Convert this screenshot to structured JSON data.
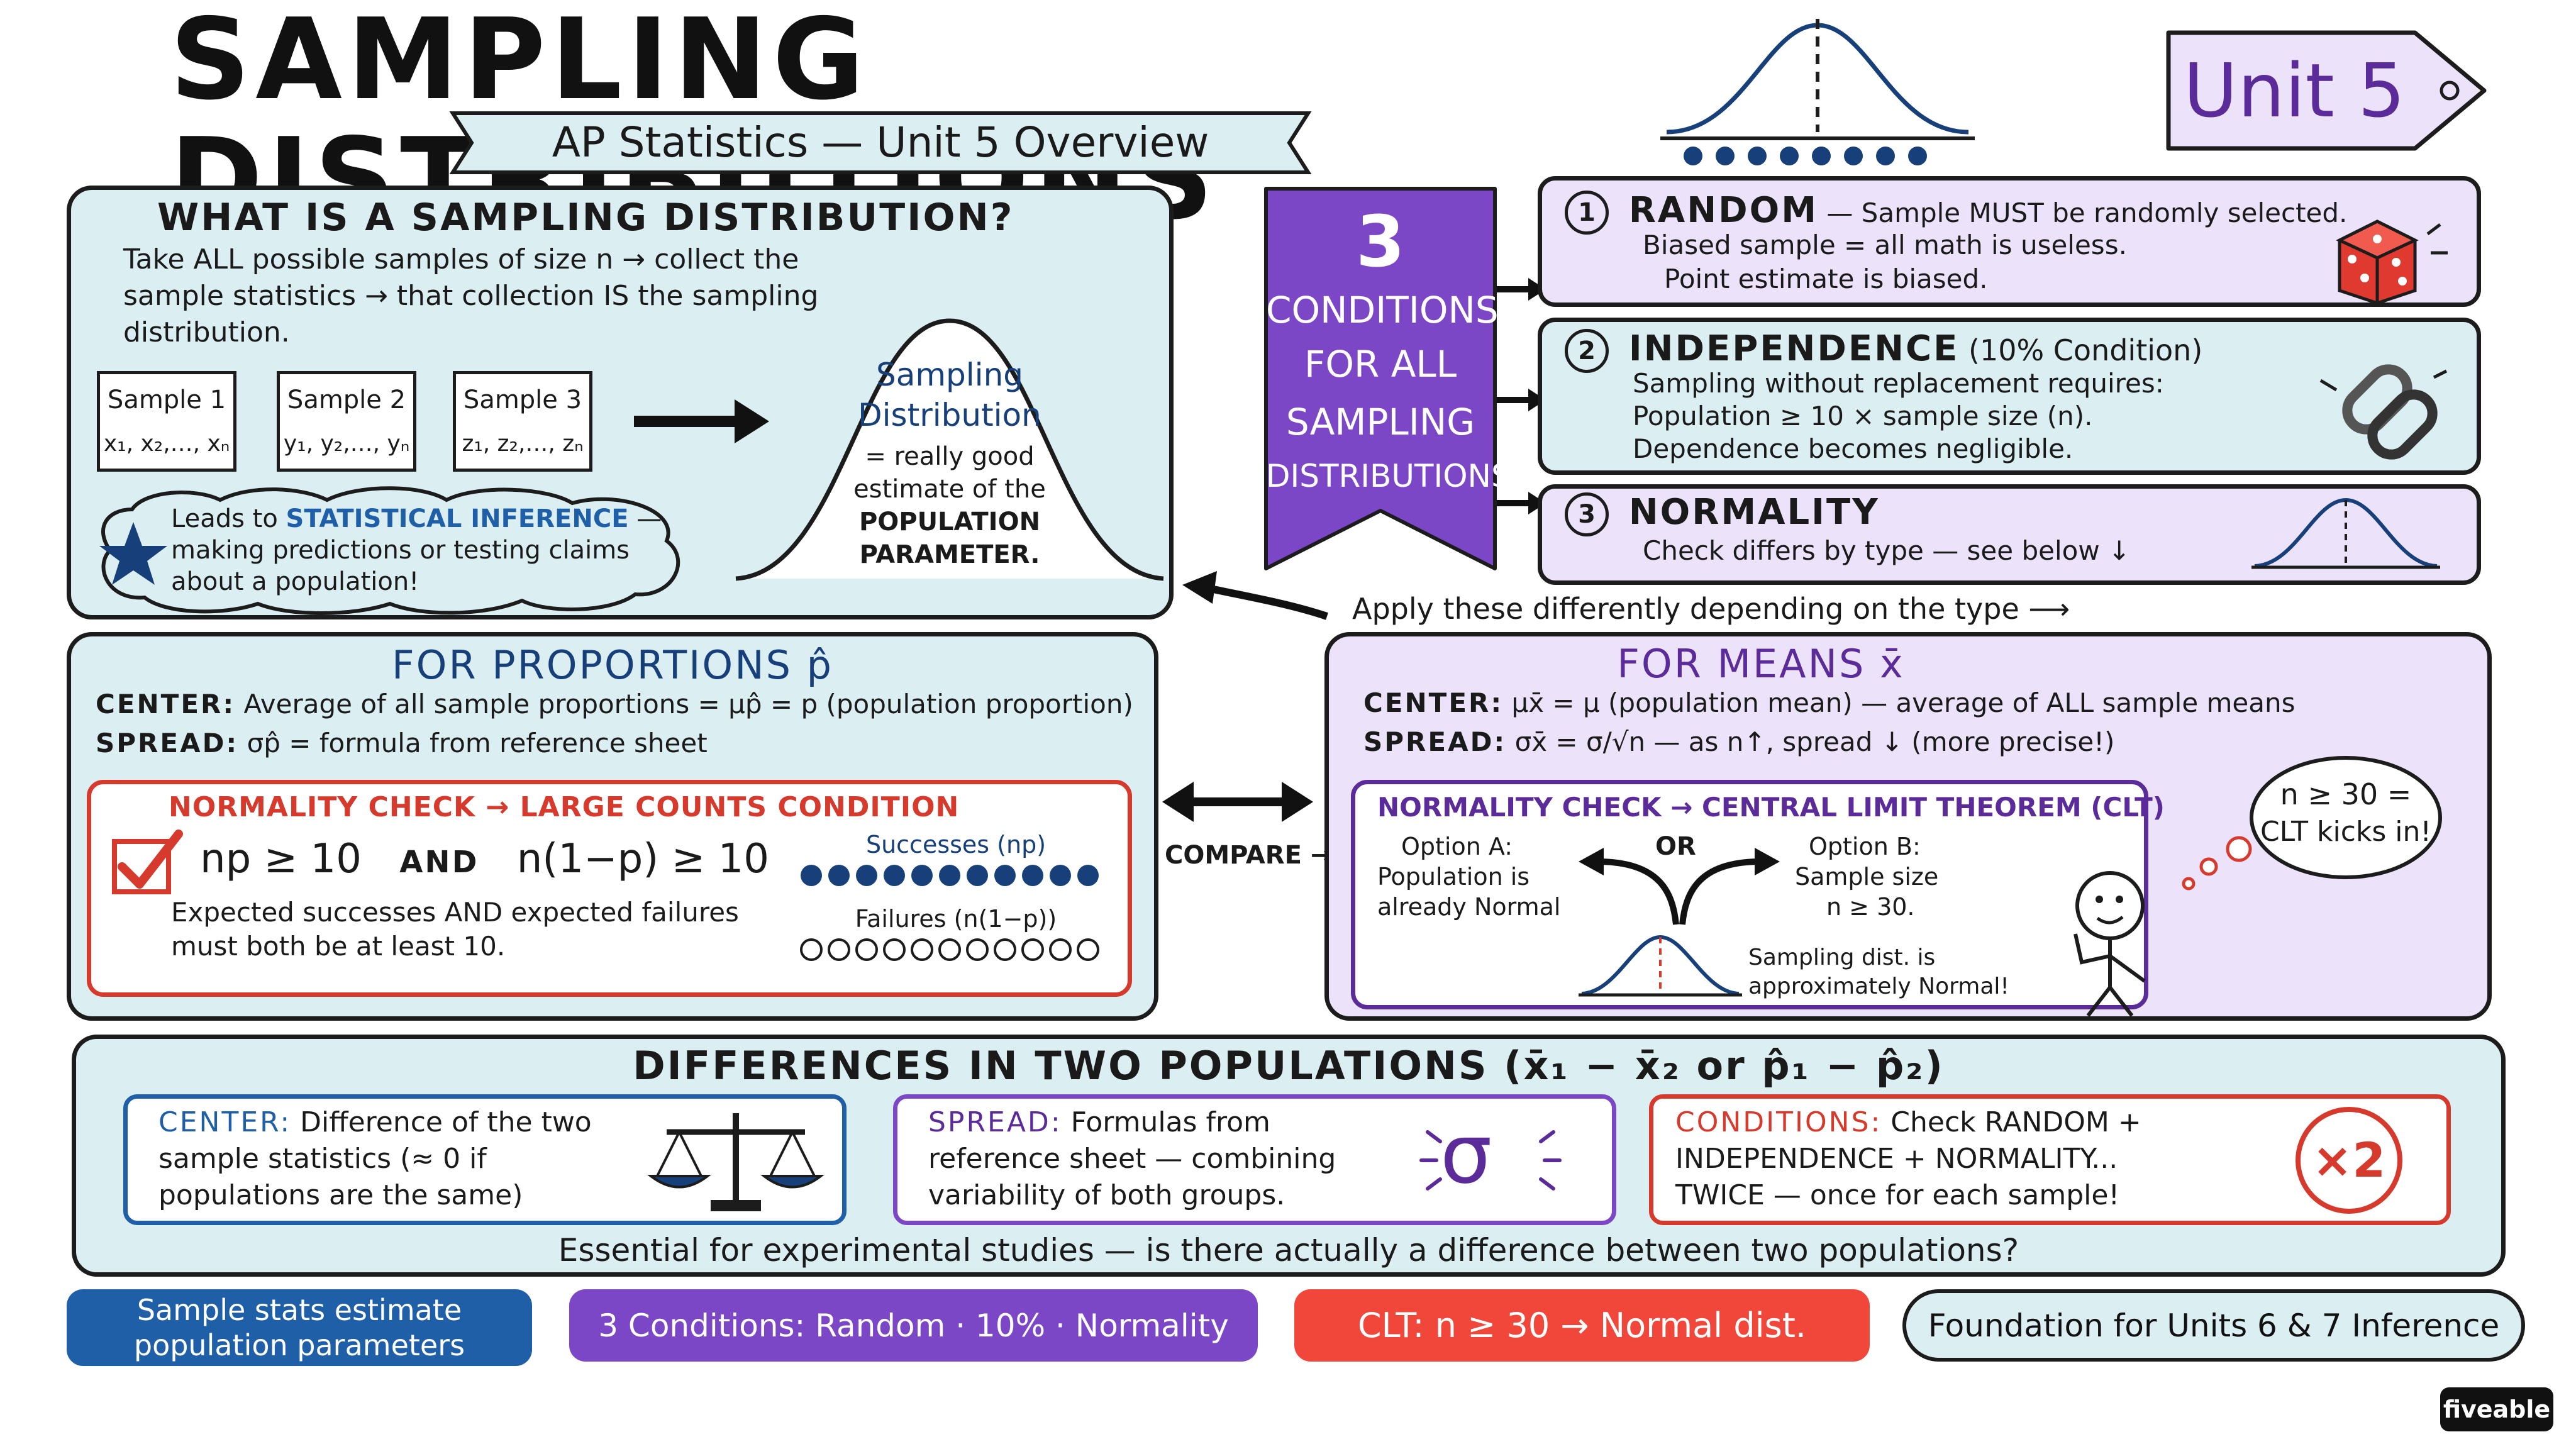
{
  "title": "SAMPLING DISTRIBUTIONS",
  "subtitle": "AP Statistics — Unit 5 Overview",
  "unit_tag": "Unit 5",
  "what_is": {
    "heading": "WHAT IS A SAMPLING DISTRIBUTION?",
    "line1": "Take ALL possible samples of size n → collect the",
    "line2": "sample statistics → that collection IS the sampling",
    "line3": "distribution.",
    "samples": [
      {
        "label": "Sample 1",
        "values": "x₁, x₂,…, xₙ"
      },
      {
        "label": "Sample 2",
        "values": "y₁, y₂,…, yₙ"
      },
      {
        "label": "Sample 3",
        "values": "z₁, z₂,…, zₙ"
      }
    ],
    "curve_title_1": "Sampling",
    "curve_title_2": "Distribution",
    "curve_text_1": "= really good",
    "curve_text_2": "estimate of the",
    "curve_text_3": "POPULATION",
    "curve_text_4": "PARAMETER.",
    "cloud_1a": "Leads to ",
    "cloud_1b": "STATISTICAL INFERENCE",
    "cloud_1c": " —",
    "cloud_2": "making predictions or testing claims",
    "cloud_3": "about a population!"
  },
  "conditions_banner": {
    "number": "3",
    "line1": "CONDITIONS",
    "line2": "FOR ALL",
    "line3": "SAMPLING",
    "line4": "DISTRIBUTIONS"
  },
  "conditions": [
    {
      "num": "1",
      "name": "RANDOM",
      "desc1": " — Sample MUST be randomly selected.",
      "desc2": "Biased sample = all math is useless.",
      "desc3": "Point estimate is biased."
    },
    {
      "num": "2",
      "name": "INDEPENDENCE",
      "name_extra": " (10% Condition)",
      "desc1": "Sampling without replacement requires:",
      "desc2": "Population ≥ 10 × sample size (n).",
      "desc3": "Dependence becomes negligible."
    },
    {
      "num": "3",
      "name": "NORMALITY",
      "desc1": "Check differs by type — see below ↓"
    }
  ],
  "apply_note": "Apply these differently depending on the type ⟶",
  "proportions": {
    "heading": "FOR PROPORTIONS p̂",
    "center_label": "CENTER:",
    "center_text": " Average of all sample proportions = μp̂ = p (population proportion)",
    "spread_label": "SPREAD:",
    "spread_text": " σp̂ = formula from reference sheet",
    "check_heading": "NORMALITY CHECK → LARGE COUNTS CONDITION",
    "formula_1": "np ≥ 10",
    "formula_and": "AND",
    "formula_2": "n(1−p) ≥ 10",
    "note_1": "Expected successes AND expected failures",
    "note_2": "must both be at least 10.",
    "successes_label": "Successes (np)",
    "failures_label": "Failures (n(1−p))"
  },
  "compare_label": "COMPARE →",
  "means": {
    "heading": "FOR MEANS x̄",
    "center_label": "CENTER:",
    "center_text": " μx̄ = μ (population mean) — average of ALL sample means",
    "spread_label": "SPREAD:",
    "spread_text": " σx̄ = σ/√n — as n↑, spread ↓ (more precise!)",
    "clt_heading": "NORMALITY CHECK → CENTRAL LIMIT THEOREM (CLT)",
    "option_a_1": "Option A:",
    "option_a_2": "Population is",
    "option_a_3": "already Normal",
    "or": "OR",
    "option_b_1": "Option B:",
    "option_b_2": "Sample size",
    "option_b_3": "n ≥ 30.",
    "result_1": "Sampling dist. is",
    "result_2": "approximately Normal!",
    "thought_1": "n ≥ 30 =",
    "thought_2": "CLT kicks in!"
  },
  "differences": {
    "heading": "DIFFERENCES IN TWO POPULATIONS (x̄₁ − x̄₂ or p̂₁ − p̂₂)",
    "center_label": "CENTER:",
    "center_1": " Difference of the two",
    "center_2": "sample statistics (≈ 0 if",
    "center_3": "populations are the same)",
    "spread_label": "SPREAD:",
    "spread_1": " Formulas from",
    "spread_2": "reference sheet — combining",
    "spread_3": "variability of both groups.",
    "cond_label": "CONDITIONS:",
    "cond_1": " Check RANDOM +",
    "cond_2": "INDEPENDENCE + NORMALITY...",
    "cond_3": "TWICE — once for each sample!",
    "times_two": "×2",
    "sigma": "σ",
    "footer": "Essential for experimental studies — is there actually a difference between two populations?"
  },
  "pills": [
    {
      "line1": "Sample stats estimate",
      "line2": "population parameters"
    },
    {
      "line1": "3 Conditions: Random · 10% · Normality"
    },
    {
      "line1": "CLT: n ≥ 30 → Normal dist."
    },
    {
      "line1": "Foundation for Units 6 & 7 Inference"
    }
  ],
  "brand": "fiveable",
  "colors": {
    "light_blue": "#dbeff3",
    "light_purple": "#ece2fa",
    "banner_purple": "#7b47c7",
    "navy_pill": "#1f5fa8",
    "purple_pill": "#7b47c7",
    "red_pill": "#f0473a",
    "red_accent": "#d63a2c",
    "blue_accent": "#1f5fa8"
  }
}
